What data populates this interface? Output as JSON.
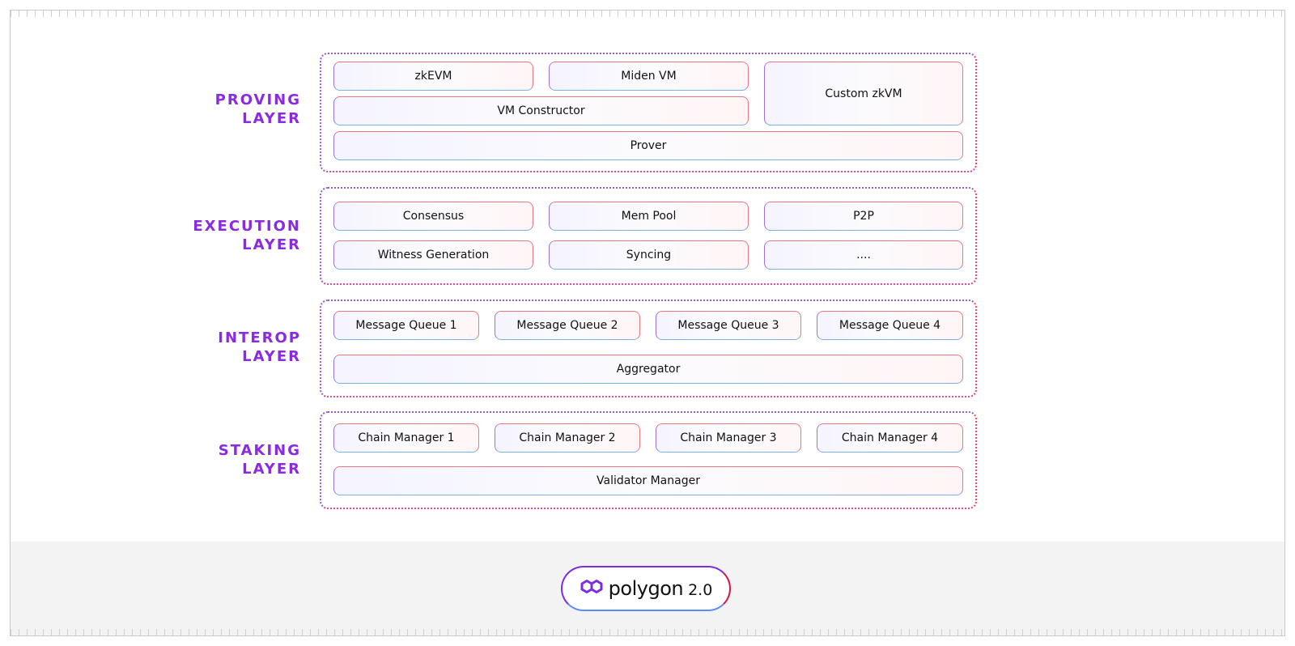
{
  "layers": [
    {
      "label": [
        "PROVING",
        "LAYER"
      ],
      "modules": [
        "zkEVM",
        "Miden VM",
        "Custom zkVM",
        "VM Constructor",
        "Prover"
      ]
    },
    {
      "label": [
        "EXECUTION",
        "LAYER"
      ],
      "modules": [
        "Consensus",
        "Mem Pool",
        "P2P",
        "Witness Generation",
        "Syncing",
        "...."
      ]
    },
    {
      "label": [
        "INTEROP",
        "LAYER"
      ],
      "modules": [
        "Message Queue 1",
        "Message Queue 2",
        "Message Queue 3",
        "Message Queue 4",
        "Aggregator"
      ]
    },
    {
      "label": [
        "STAKING",
        "LAYER"
      ],
      "modules": [
        "Chain Manager 1",
        "Chain Manager 2",
        "Chain Manager 3",
        "Chain Manager 4",
        "Validator Manager"
      ]
    }
  ],
  "brand": {
    "name": "polygon",
    "version": "2.0",
    "logo_icon": "polygon-logo-icon"
  },
  "colors": {
    "label": "#8a2be2",
    "brand_purple": "#7a2de0",
    "brand_red": "#d01848"
  }
}
